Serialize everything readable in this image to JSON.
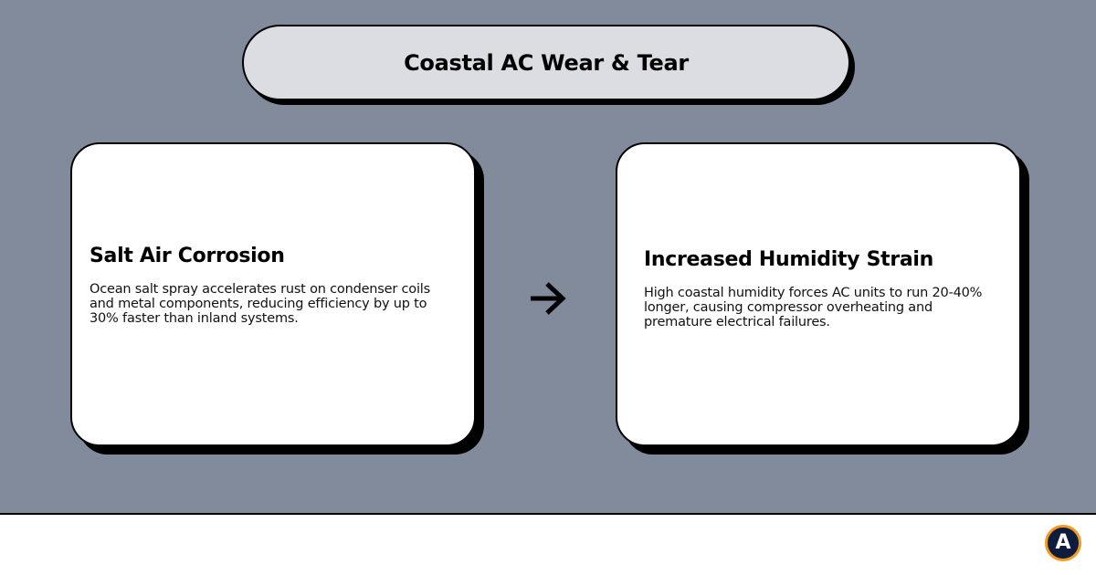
{
  "title": "Coastal AC Wear & Tear",
  "cards": [
    {
      "title": "Salt Air Corrosion",
      "description": "Ocean salt spray accelerates rust on condenser coils and metal components, reducing efficiency by up to 30% faster than inland systems."
    },
    {
      "title": "Increased Humidity Strain",
      "description": "High coastal humidity forces AC units to run 20-40% longer, causing compressor overheating and premature electrical failures."
    }
  ],
  "connector": {
    "icon": "arrow-right-icon"
  },
  "logo": {
    "letter": "A",
    "icon": "brand-logo-icon"
  },
  "colors": {
    "background": "#828b9c",
    "title_pill": "#dcdde2",
    "card": "#ffffff",
    "border": "#000000",
    "logo_fill": "#0e1c3e",
    "logo_ring": "#f39a1e"
  }
}
